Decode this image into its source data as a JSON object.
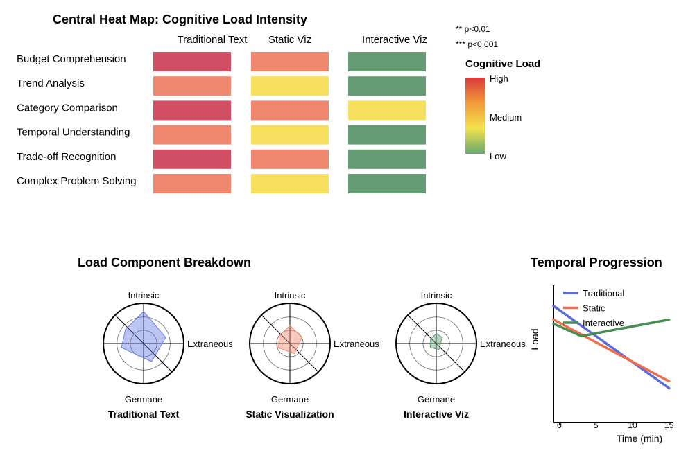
{
  "heatmap": {
    "title": "Central Heat Map: Cognitive Load Intensity",
    "columns": [
      "Traditional Text",
      "Static Viz",
      "Interactive Viz"
    ],
    "rows": [
      "Budget Comprehension",
      "Trend Analysis",
      "Category Comparison",
      "Temporal Understanding",
      "Trade-off Recognition",
      "Complex Problem Solving"
    ],
    "level_colors": {
      "high": "#d04f64",
      "medium_high": "#ef866e",
      "medium": "#f7e05d",
      "low": "#659b73"
    },
    "significance": [
      "** p<0.01",
      "*** p<0.001"
    ],
    "legend": {
      "title": "Cognitive Load",
      "high": "High",
      "medium": "Medium",
      "low": "Low",
      "gradient": [
        "#66a870",
        "#f2e24a",
        "#f29a3a",
        "#d93a3a"
      ]
    }
  },
  "radar": {
    "title": "Load Component Breakdown",
    "axes": {
      "top": "Intrinsic",
      "right": "Extraneous",
      "bottom": "Germane"
    }
  },
  "temporal": {
    "title": "Temporal Progression"
  },
  "chart_data": [
    {
      "type": "heatmap",
      "title": "Central Heat Map: Cognitive Load Intensity",
      "x_categories": [
        "Traditional Text",
        "Static Viz",
        "Interactive Viz"
      ],
      "y_categories": [
        "Budget Comprehension",
        "Trend Analysis",
        "Category Comparison",
        "Temporal Understanding",
        "Trade-off Recognition",
        "Complex Problem Solving"
      ],
      "levels": [
        [
          "high",
          "medium_high",
          "low"
        ],
        [
          "medium_high",
          "medium",
          "low"
        ],
        [
          "high",
          "medium_high",
          "medium"
        ],
        [
          "medium_high",
          "medium",
          "low"
        ],
        [
          "high",
          "medium_high",
          "low"
        ],
        [
          "medium_high",
          "medium",
          "low"
        ]
      ],
      "colorbar": {
        "title": "Cognitive Load",
        "ticks": [
          "High",
          "Medium",
          "Low"
        ]
      }
    },
    {
      "type": "radar",
      "title": "Load Component Breakdown",
      "axes": [
        "Intrinsic",
        "Extraneous",
        "Germane"
      ],
      "panels": [
        {
          "name": "Traditional Text",
          "color": "#6b7fe0",
          "values": {
            "intrinsic": 0.8,
            "extraneous": 0.55,
            "germane": 0.45
          }
        },
        {
          "name": "Static Visualization",
          "color": "#ef8a6e",
          "values": {
            "intrinsic": 0.45,
            "extraneous": 0.3,
            "germane": 0.25
          }
        },
        {
          "name": "Interactive Viz",
          "color": "#659b73",
          "values": {
            "intrinsic": 0.25,
            "extraneous": 0.15,
            "germane": 0.15
          }
        }
      ]
    },
    {
      "type": "line",
      "title": "Temporal Progression",
      "xlabel": "Time (min)",
      "ylabel": "Load",
      "xlim": [
        -0.8,
        15.5
      ],
      "ylim": [
        0,
        10
      ],
      "x_ticks": [
        0,
        5,
        10,
        15
      ],
      "legend_position": "top-left",
      "series": [
        {
          "name": "Traditional",
          "color": "#5a6be0",
          "x": [
            -0.8,
            15
          ],
          "y": [
            8.5,
            2.5
          ]
        },
        {
          "name": "Static",
          "color": "#ee6e4e",
          "x": [
            -0.8,
            15
          ],
          "y": [
            7.5,
            3.0
          ]
        },
        {
          "name": "Interactive",
          "color": "#4a8f52",
          "x": [
            -0.8,
            3,
            15
          ],
          "y": [
            7.2,
            6.3,
            7.5
          ]
        }
      ]
    }
  ]
}
